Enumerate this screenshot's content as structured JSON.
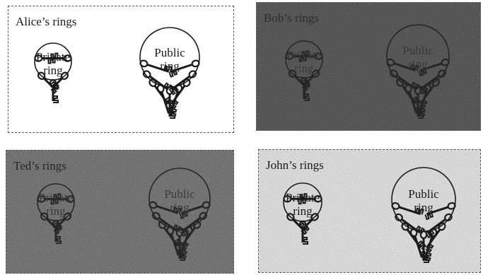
{
  "panels": [
    {
      "id": "alice",
      "title": "Alice’s rings",
      "private_label": [
        "Private",
        "ring"
      ],
      "public_label": [
        "Public",
        "ring"
      ]
    },
    {
      "id": "bob",
      "title": "Bob’s rings",
      "private_label": [
        "Private",
        "ring"
      ],
      "public_label": [
        "Public",
        "ring"
      ]
    },
    {
      "id": "ted",
      "title": "Ted’s rings",
      "private_label": [
        "Private",
        "ring"
      ],
      "public_label": [
        "Public",
        "ring"
      ]
    },
    {
      "id": "john",
      "title": "John’s rings",
      "private_label": [
        "Private",
        "ring"
      ],
      "public_label": [
        "Public",
        "ring"
      ]
    }
  ],
  "colors": {
    "alice_background": "#ffffff",
    "bob_background": "#6f6f6f",
    "ted_background": "#8a8a8a",
    "john_background": "#e3e3e3",
    "ink": "#1a1a1a"
  }
}
